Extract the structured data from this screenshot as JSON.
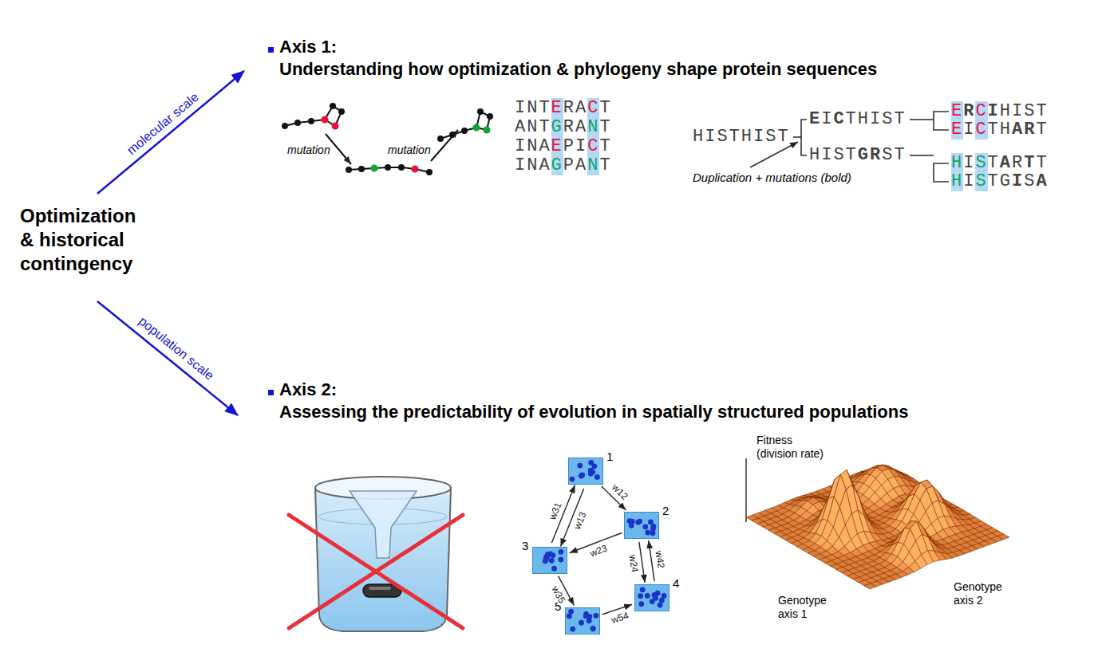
{
  "diagram": {
    "nodes": [
      {
        "text": [
          "1"
        ]
      },
      {
        "text": [
          "2"
        ]
      },
      {
        "text": [
          "3"
        ]
      },
      {
        "text": [
          "4"
        ]
      },
      {
        "text": [
          "5"
        ]
      }
    ],
    "edges": [
      {
        "from": 0,
        "to": 1,
        "arrow": "to",
        "label": "w12"
      },
      {
        "from": 2,
        "to": 0,
        "arrow": "to",
        "label": "w31"
      },
      {
        "from": 0,
        "to": 2,
        "arrow": "to",
        "label": "w13"
      },
      {
        "from": 1,
        "to": 2,
        "arrow": "to",
        "label": "w23"
      },
      {
        "from": 1,
        "to": 3,
        "arrow": "to",
        "label": "w24"
      },
      {
        "from": 3,
        "to": 1,
        "arrow": "to",
        "label": "w42"
      },
      {
        "from": 2,
        "to": 4,
        "arrow": "to",
        "label": "w35"
      },
      {
        "from": 4,
        "to": 3,
        "arrow": "to",
        "label": "w54"
      }
    ],
    "labels": [
      "Optimization & historical contingency",
      "molecular scale",
      "population scale",
      "Axis 1:",
      "Understanding how optimization & phylogeny shape protein sequences",
      "mutation",
      "mutation",
      "INTERACT",
      "ANTGRANT",
      "INAEPICT",
      "INAGPANT",
      "HISTHIST",
      "EICTHIST",
      "HISTGRST",
      "ERCIHIST",
      "EICTHART",
      "HISTARTT",
      "HISTGISA",
      "Duplication + mutations (bold)",
      "Axis 2:",
      "Assessing the predictability of evolution in spatially structured populations",
      "Fitness (division rate)",
      "Genotype axis 1",
      "Genotype axis 2"
    ]
  }
}
